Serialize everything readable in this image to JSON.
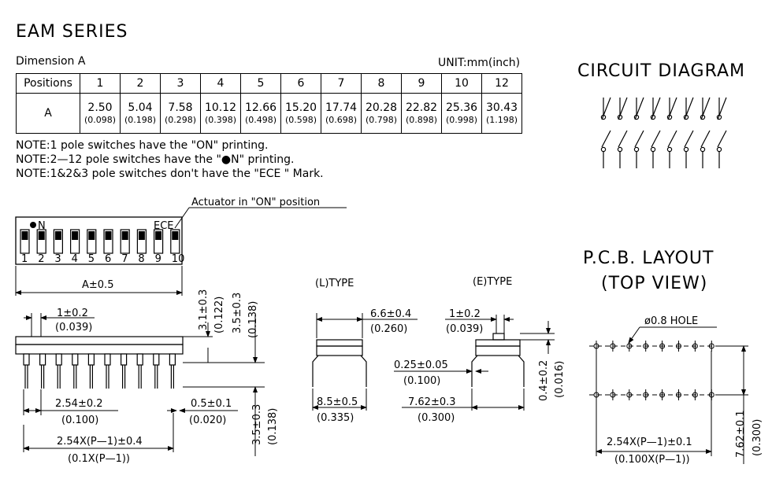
{
  "title": "EAM SERIES",
  "dimension_label": "Dimension A",
  "unit_label": "UNIT:mm(inch)",
  "table": {
    "header_label": "Positions",
    "row_label": "A",
    "positions": [
      "1",
      "2",
      "3",
      "4",
      "5",
      "6",
      "7",
      "8",
      "9",
      "10",
      "12"
    ],
    "mm": [
      "2.50",
      "5.04",
      "7.58",
      "10.12",
      "12.66",
      "15.20",
      "17.74",
      "20.28",
      "22.82",
      "25.36",
      "30.43"
    ],
    "inch": [
      "(0.098)",
      "(0.198)",
      "(0.298)",
      "(0.398)",
      "(0.498)",
      "(0.598)",
      "(0.698)",
      "(0.798)",
      "(0.898)",
      "(0.998)",
      "(1.198)"
    ]
  },
  "notes": [
    "NOTE:1 pole switches have the \"ON\" printing.",
    "NOTE:2—12 pole switches have the \"●N\" printing.",
    "NOTE:1&2&3 pole switches don't have the \"ECE \" Mark."
  ],
  "circuit_title": "CIRCUIT DIAGRAM",
  "pcb_title_1": "P.C.B. LAYOUT",
  "pcb_title_2": "(TOP VIEW)",
  "top_view": {
    "actuator_note": "Actuator in \"ON\" position",
    "on_mark": "●N",
    "ece_mark": "ECE",
    "pin_numbers": [
      "1",
      "2",
      "3",
      "4",
      "5",
      "6",
      "7",
      "8",
      "9",
      "10"
    ],
    "a_dim": "A±0.5"
  },
  "side_view": {
    "pin_width": "1±0.2",
    "pin_width_in": "(0.039)",
    "h1": "3.1±0.3",
    "h1_in": "(0.122)",
    "h2": "3.5±0.3",
    "h2_in": "(0.138)",
    "pitch": "2.54±0.2",
    "pitch_in": "(0.100)",
    "thick": "0.5±0.1",
    "thick_in": "(0.020)",
    "lead": "3.5±0.3",
    "lead_in": "(0.138)",
    "total": "2.54X(P—1)±0.4",
    "total_in": "(0.1X(P—1))"
  },
  "l_type": {
    "label": "(L)TYPE",
    "top": "6.6±0.4",
    "top_in": "(0.260)",
    "bottom": "8.5±0.5",
    "bottom_in": "(0.335)"
  },
  "e_type": {
    "label": "(E)TYPE",
    "top": "1±0.2",
    "top_in": "(0.039)",
    "mid": "0.25±0.05",
    "mid_in": "(0.100)",
    "height": "0.4±0.2",
    "height_in": "(0.016)",
    "bottom": "7.62±0.3",
    "bottom_in": "(0.300)"
  },
  "pcb": {
    "hole_label": "ø0.8 HOLE",
    "pitch": "2.54X(P—1)±0.1",
    "pitch_in": "(0.100X(P—1))",
    "row": "7.62±0.1",
    "row_in": "(0.300)"
  }
}
